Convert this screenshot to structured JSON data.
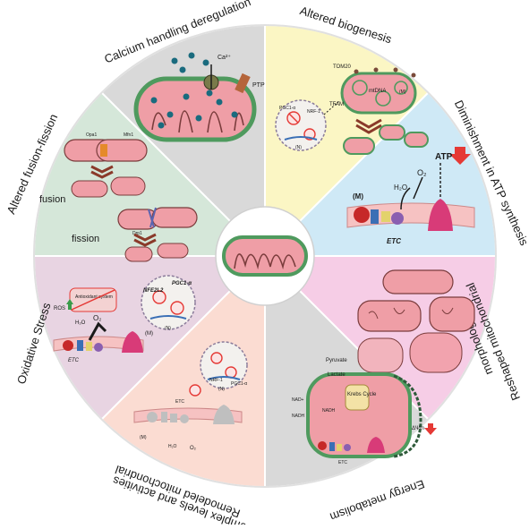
{
  "sectors": [
    {
      "id": "calcium",
      "title": "Calcium handling deregulation",
      "fill": "#d9d9d9",
      "labels": {
        "ca": "Ca²⁺",
        "ptp": "PTP"
      }
    },
    {
      "id": "biogenesis",
      "title": "Altered biogenesis",
      "fill": "#fbf6c4",
      "labels": {
        "tom20": "TOM20",
        "mtdna": "mtDNA",
        "m": "(M)",
        "tfam": "TFAM",
        "pgc1a": "PGC1-α",
        "nrf1": "NRF-1",
        "n": "(N)"
      }
    },
    {
      "id": "atp",
      "title": "Diminishment in ATP synthesis",
      "fill": "#cfe9f6",
      "labels": {
        "m": "(M)",
        "h2o": "H₂O",
        "o2": "O₂",
        "atp": "ATP",
        "etc": "ETC"
      }
    },
    {
      "id": "reshaped",
      "title": "Reshaped mitochondrial morphology",
      "fill": "#f6cde6",
      "labels": {}
    },
    {
      "id": "energy",
      "title": "Energy metabolism",
      "fill": "#d9d9d9",
      "labels": {
        "pyruvate": "Pyruvate",
        "lactate": "Lactate",
        "krebs": "Krebs Cycle",
        "nadplus": "NAD+",
        "nadh": "NADH",
        "nadh2": "NADH",
        "etc": "ETC",
        "dpsim": "ΔΨm"
      }
    },
    {
      "id": "remodeled",
      "title": "Remodeled mitochondrial complex levels and activities",
      "fill": "#fbdcd2",
      "labels": {
        "etc": "ETC",
        "m": "(M)",
        "h2o": "H₂O",
        "o2": "O₂",
        "nrf1": "NRF-1",
        "pgc1a": "PGC1-α",
        "n": "(N)"
      }
    },
    {
      "id": "oxidative",
      "title": "Oxidative Stress",
      "fill": "#e8d4e2",
      "labels": {
        "antioxidant": "Antioxidant system",
        "nfe2l2": "NFE2L2",
        "pgc1a": "PGC1-α",
        "ros": "ROS",
        "h2o": "H₂O",
        "o2": "O₂",
        "m": "(M)",
        "etc": "ETC",
        "n": "(N)"
      }
    },
    {
      "id": "fusion",
      "title": "Altered fusion-fission",
      "fill": "#d5e7d9",
      "labels": {
        "fusion": "fusion",
        "fission": "fission",
        "opa1": "Opa1",
        "mfn1": "Mfn1",
        "drp1": "Drp1"
      }
    }
  ],
  "colors": {
    "mito_fill": "#ef9ea6",
    "mito_stroke": "#4f9a5e",
    "membrane": "#f6c2c2",
    "accent_red": "#e53935"
  }
}
